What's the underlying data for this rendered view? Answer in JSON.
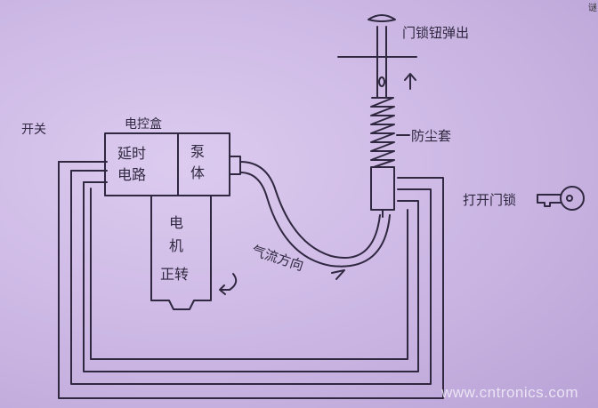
{
  "labels": {
    "switch": "开关",
    "control_box": "电控盒",
    "delay_circuit_1": "延时",
    "delay_circuit_2": "电路",
    "pump_1": "泵",
    "pump_2": "体",
    "motor_1": "电",
    "motor_2": "机",
    "motor_3": "正转",
    "airflow": "气流方向",
    "door_lock_pin": "门锁钮弹出",
    "bellows": "防尘套",
    "open_lock": "打开门锁"
  },
  "watermark": "www.cntronics.com",
  "corner_mark": "谜",
  "colors": {
    "paper": "#cdb9e4",
    "pencil": "#2f2840",
    "watermark": "#f2eef8"
  }
}
